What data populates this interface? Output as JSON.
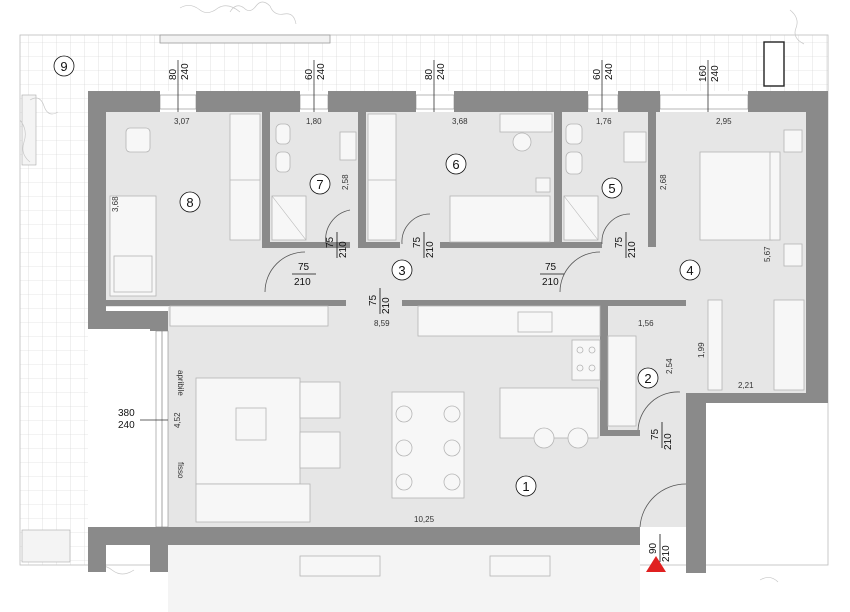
{
  "rooms": {
    "r1": "1",
    "r2": "2",
    "r3": "3",
    "r4": "4",
    "r5": "5",
    "r6": "6",
    "r7": "7",
    "r8": "8",
    "r9": "9"
  },
  "windows": {
    "w1": {
      "width": "80",
      "height": "240"
    },
    "w2": {
      "width": "60",
      "height": "240"
    },
    "w3": {
      "width": "80",
      "height": "240"
    },
    "w4": {
      "width": "60",
      "height": "240"
    },
    "w5": {
      "width": "160",
      "height": "240"
    },
    "living_window": {
      "width": "380",
      "height": "240"
    }
  },
  "doors": {
    "d_room8": {
      "width": "75",
      "height": "210"
    },
    "d_room7": {
      "width": "75",
      "height": "210"
    },
    "d_room6": {
      "width": "75",
      "height": "210"
    },
    "d_room5_top": {
      "width": "75",
      "height": "210"
    },
    "d_room5_side": {
      "width": "75",
      "height": "210"
    },
    "d_hall": {
      "width": "75",
      "height": "210"
    },
    "d_room2": {
      "width": "75",
      "height": "210"
    },
    "d_entrance": {
      "width": "90",
      "height": "210"
    }
  },
  "dimensions": {
    "room8_width": "3,07",
    "room8_depth": "3,68",
    "room7_width": "1,80",
    "room7_depth": "2,58",
    "room6_width": "3,68",
    "room5_width": "1,76",
    "room4_width": "2,95",
    "room4_depth_a": "2,68",
    "room4_depth_b": "5,67",
    "corridor_width": "8,59",
    "room2_width": "1,56",
    "room2_depth": "2,54",
    "closet_height": "1,99",
    "closet_width": "2,21",
    "living_depth": "4,52",
    "living_width": "10,25"
  },
  "window_notes": {
    "openable": "apribile",
    "fixed": "fisso"
  },
  "entrance_marker_color": "#e02020"
}
